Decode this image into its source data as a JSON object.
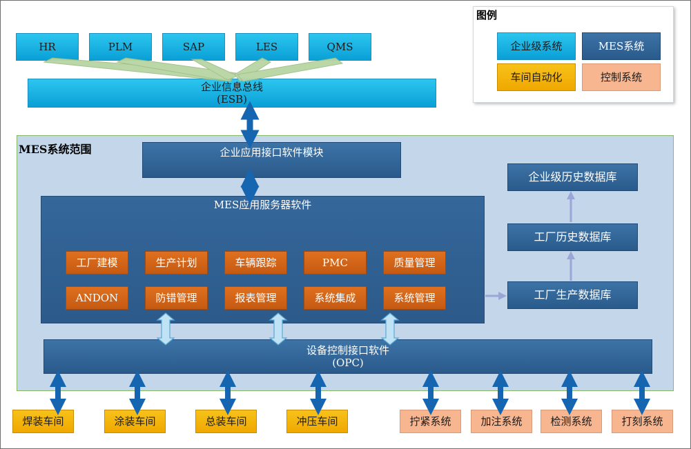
{
  "enterprise_systems": [
    "HR",
    "PLM",
    "SAP",
    "LES",
    "QMS"
  ],
  "esb": {
    "line1": "企业信息总线",
    "line2": "(ESB)"
  },
  "scope_title": "MES系统范围",
  "interface_module": "企业应用接口软件模块",
  "server_title": "MES应用服务器软件",
  "modules_row1": [
    "工厂建模",
    "生产计划",
    "车辆跟踪",
    "PMC",
    "质量管理"
  ],
  "modules_row2": [
    "ANDON",
    "防错管理",
    "报表管理",
    "系统集成",
    "系统管理"
  ],
  "databases": [
    "企业级历史数据库",
    "工厂历史数据库",
    "工厂生产数据库"
  ],
  "opc": {
    "line1": "设备控制接口软件",
    "line2": "(OPC)"
  },
  "workshops": [
    "焊装车间",
    "涂装车间",
    "总装车间",
    "冲压车间"
  ],
  "control_systems": [
    "拧紧系统",
    "加注系统",
    "检测系统",
    "打刻系统"
  ],
  "legend": {
    "title": "图例",
    "items": [
      "企业级系统",
      "MES系统",
      "车间自动化",
      "控制系统"
    ]
  },
  "colors": {
    "enterprise": "#0a9fd6",
    "mes": "#2a5a8c",
    "workshop": "#f0a800",
    "control": "#f7b590",
    "module": "#c45a12"
  }
}
